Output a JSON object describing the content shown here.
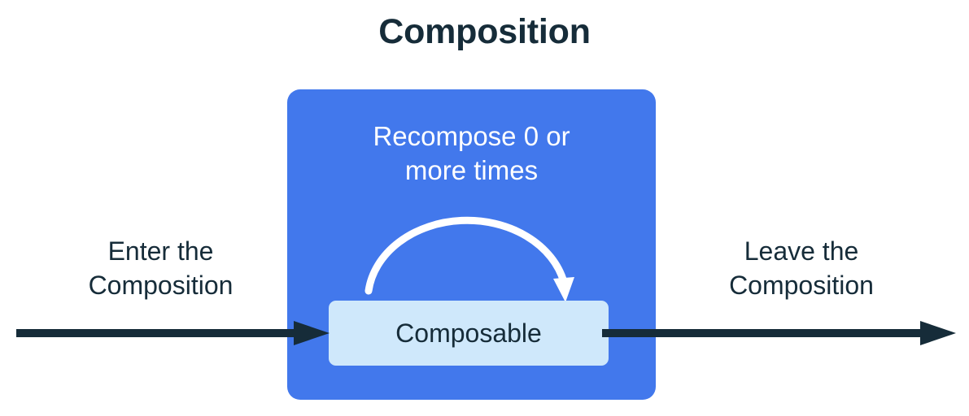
{
  "title": "Composition",
  "colors": {
    "background": "#FFFFFF",
    "dark_navy": "#162C39",
    "composition_blue": "#4278EC",
    "composable_light_blue": "#CFE8FB",
    "arrow_white": "#FFFFFF"
  },
  "composition": {
    "recompose_label": "Recompose 0 or\nmore times",
    "composable_label": "Composable"
  },
  "flow": {
    "enter_caption": "Enter the\nComposition",
    "leave_caption": "Leave the\nComposition"
  },
  "icons": {
    "enter_arrow": "arrow-right-icon",
    "leave_arrow": "arrow-right-icon",
    "recompose_arrow": "curved-loop-arrow-icon"
  }
}
